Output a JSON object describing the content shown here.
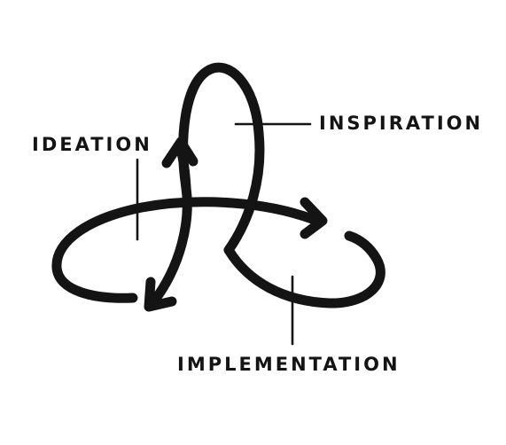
{
  "labels": {
    "ideation": "IDEATION",
    "inspiration": "INSPIRATION",
    "implementation": "IMPLEMENTATION"
  },
  "colors": {
    "ink": "#141414",
    "background": "#ffffff"
  }
}
